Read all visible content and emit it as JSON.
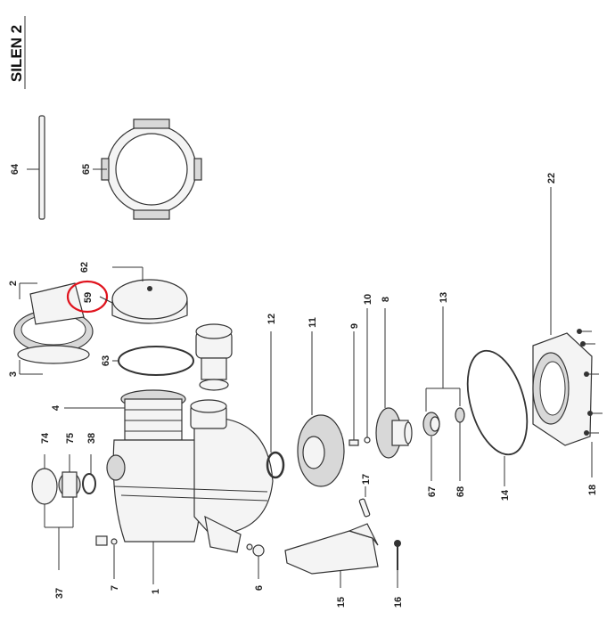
{
  "title": "SILEN 2",
  "labels": {
    "p1": "1",
    "p2": "2",
    "p3": "3",
    "p4": "4",
    "p6": "6",
    "p7": "7",
    "p8": "8",
    "p9": "9",
    "p10": "10",
    "p11": "11",
    "p12": "12",
    "p13": "13",
    "p14": "14",
    "p15": "15",
    "p16": "16",
    "p17": "17",
    "p18": "18",
    "p22": "22",
    "p37": "37",
    "p38": "38",
    "p59": "59",
    "p62": "62",
    "p63": "63",
    "p64": "64",
    "p65": "65",
    "p67": "67",
    "p68": "68",
    "p74": "74",
    "p75": "75"
  },
  "highlight": {
    "label": "59",
    "color": "#e0141e"
  }
}
